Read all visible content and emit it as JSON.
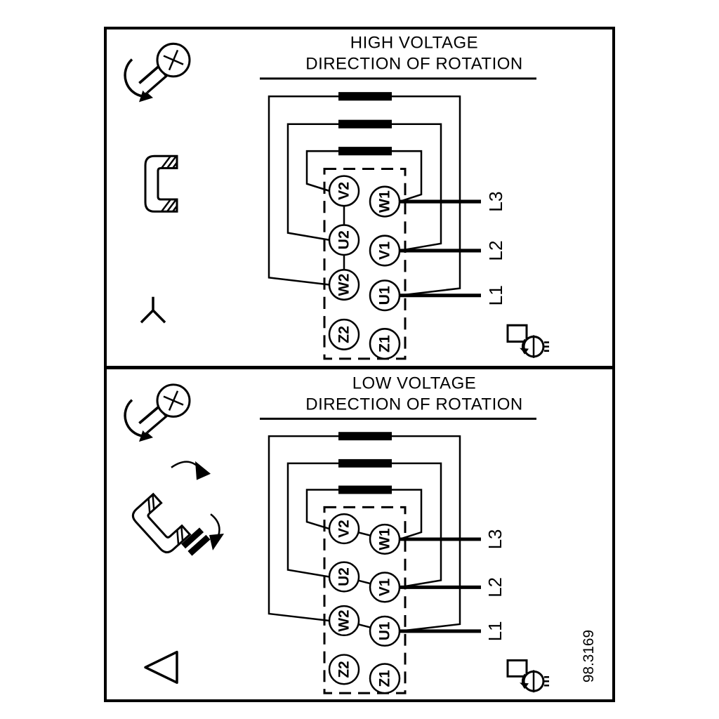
{
  "colors": {
    "ink": "#000000",
    "paper": "#ffffff"
  },
  "drawing_number": "98.3169",
  "panel_high": {
    "title_line1": "HIGH VOLTAGE",
    "title_line2": "DIRECTION OF ROTATION",
    "connection": "star",
    "terminals_left": [
      "V2",
      "U2",
      "W2",
      "Z2"
    ],
    "terminals_right": [
      "W1",
      "V1",
      "U1",
      "Z1"
    ],
    "supply_labels": [
      "L3",
      "L2",
      "L1"
    ]
  },
  "panel_low": {
    "title_line1": "LOW VOLTAGE",
    "title_line2": "DIRECTION OF ROTATION",
    "connection": "delta",
    "terminals_left": [
      "V2",
      "U2",
      "W2",
      "Z2"
    ],
    "terminals_right": [
      "W1",
      "V1",
      "U1",
      "Z1"
    ],
    "supply_labels": [
      "L3",
      "L2",
      "L1"
    ]
  }
}
